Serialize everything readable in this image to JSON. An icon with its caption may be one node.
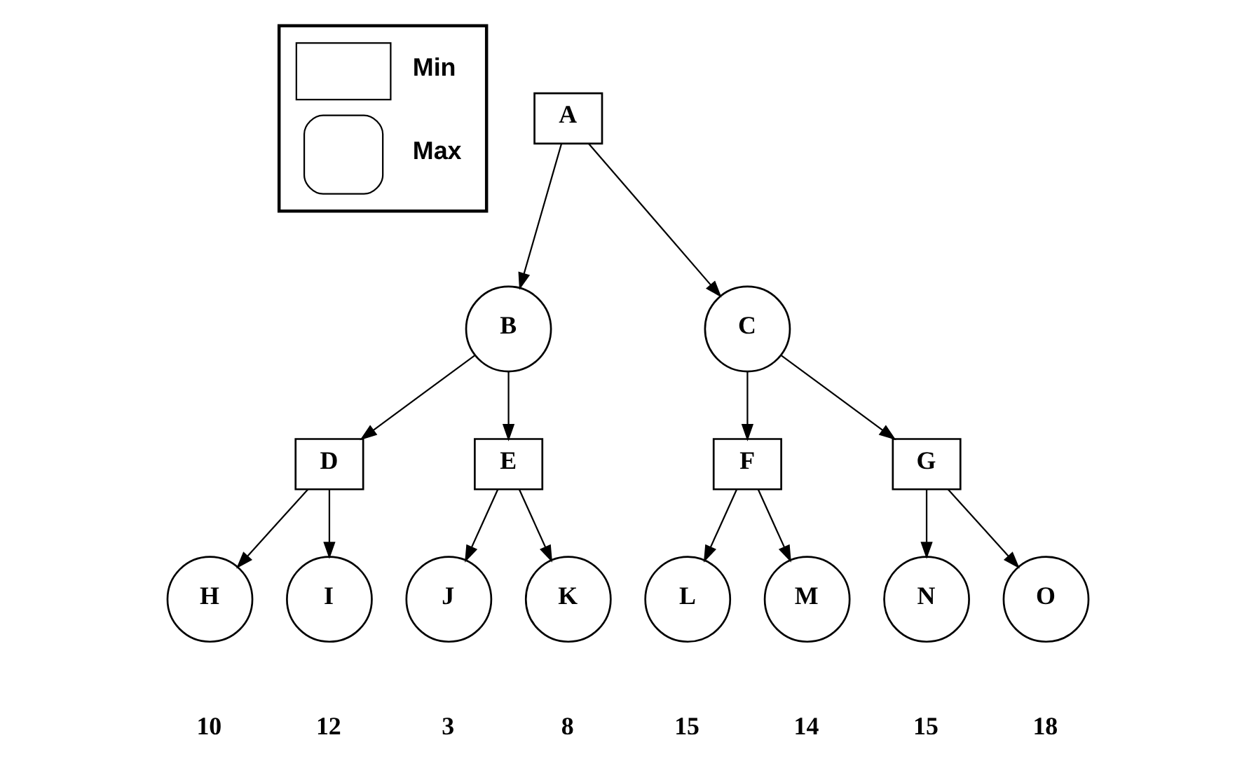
{
  "diagram": {
    "nodes": [
      {
        "text": [
          "A"
        ]
      },
      {
        "text": [
          "B"
        ]
      },
      {
        "text": [
          "C"
        ]
      },
      {
        "text": [
          "D"
        ]
      },
      {
        "text": [
          "E"
        ]
      },
      {
        "text": [
          "F"
        ]
      },
      {
        "text": [
          "G"
        ]
      },
      {
        "text": [
          "H"
        ],
        "beside": [
          "10"
        ]
      },
      {
        "text": [
          "I"
        ],
        "beside": [
          "12"
        ]
      },
      {
        "text": [
          "J"
        ],
        "beside": [
          "3"
        ]
      },
      {
        "text": [
          "K"
        ],
        "beside": [
          "8"
        ]
      },
      {
        "text": [
          "L"
        ],
        "beside": [
          "15"
        ]
      },
      {
        "text": [
          "M"
        ],
        "beside": [
          "14"
        ]
      },
      {
        "text": [
          "N"
        ],
        "beside": [
          "15"
        ]
      },
      {
        "text": [
          "O"
        ],
        "beside": [
          "18"
        ]
      }
    ],
    "edges": [
      {
        "from": 0,
        "to": 1,
        "arrow": "to"
      },
      {
        "from": 0,
        "to": 2,
        "arrow": "to"
      },
      {
        "from": 1,
        "to": 3,
        "arrow": "to"
      },
      {
        "from": 1,
        "to": 4,
        "arrow": "to"
      },
      {
        "from": 2,
        "to": 5,
        "arrow": "to"
      },
      {
        "from": 2,
        "to": 6,
        "arrow": "to"
      },
      {
        "from": 3,
        "to": 7,
        "arrow": "to"
      },
      {
        "from": 3,
        "to": 8,
        "arrow": "to"
      },
      {
        "from": 4,
        "to": 9,
        "arrow": "to"
      },
      {
        "from": 4,
        "to": 10,
        "arrow": "to"
      },
      {
        "from": 5,
        "to": 11,
        "arrow": "to"
      },
      {
        "from": 5,
        "to": 12,
        "arrow": "to"
      },
      {
        "from": 6,
        "to": 13,
        "arrow": "to"
      },
      {
        "from": 6,
        "to": 14,
        "arrow": "to"
      }
    ],
    "legend": [
      {
        "text": "Min"
      },
      {
        "text": "Max"
      }
    ]
  }
}
